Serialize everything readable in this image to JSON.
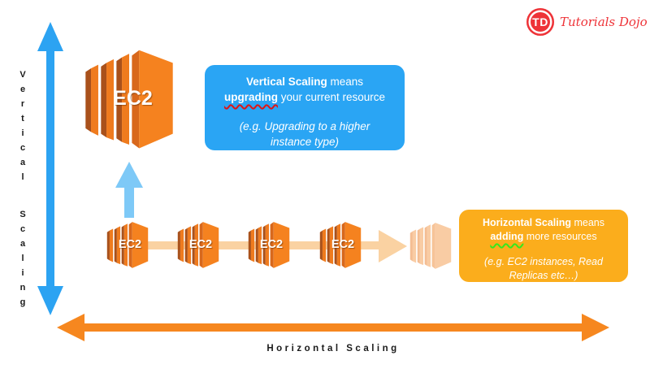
{
  "logo": {
    "initials": "TD",
    "name": "Tutorials Dojo",
    "brand_color": "#EE3338"
  },
  "axes": {
    "vertical_label": "Vertical Scaling",
    "horizontal_label": "Horizontal Scaling"
  },
  "big_instance": {
    "label": "EC2"
  },
  "instances": [
    {
      "label": "EC2"
    },
    {
      "label": "EC2"
    },
    {
      "label": "EC2"
    },
    {
      "label": "EC2"
    }
  ],
  "vertical_callout": {
    "line1_bold": "Vertical Scaling",
    "line1_rest": " means",
    "line2_bold": "upgrading",
    "line2_rest": " your current resource",
    "example_line1": "(e.g. Upgrading to a higher",
    "example_line2": "instance type)",
    "bg_color": "#2AA5F4",
    "underline_color": "#e01414"
  },
  "horizontal_callout": {
    "line1_bold": "Horizontal Scaling",
    "line1_rest": " means",
    "line2_bold": "adding",
    "line2_rest": " more resources",
    "example_line1": "(e.g. EC2 instances, Read",
    "example_line2": "Replicas etc…)",
    "bg_color": "#FBAD1C",
    "underline_color": "#35e81d"
  },
  "colors": {
    "vertical_axis_arrow": "#2CA3F2",
    "horizontal_axis_arrow": "#F6871F",
    "scale_up_arrow": "#7EC9F7",
    "scale_out_arrow": "#FAD2A2",
    "ec2_orange": "#F5821F",
    "ec2_dark_edge": "#A9511B",
    "ec2_faded": "#F8C8A0"
  }
}
